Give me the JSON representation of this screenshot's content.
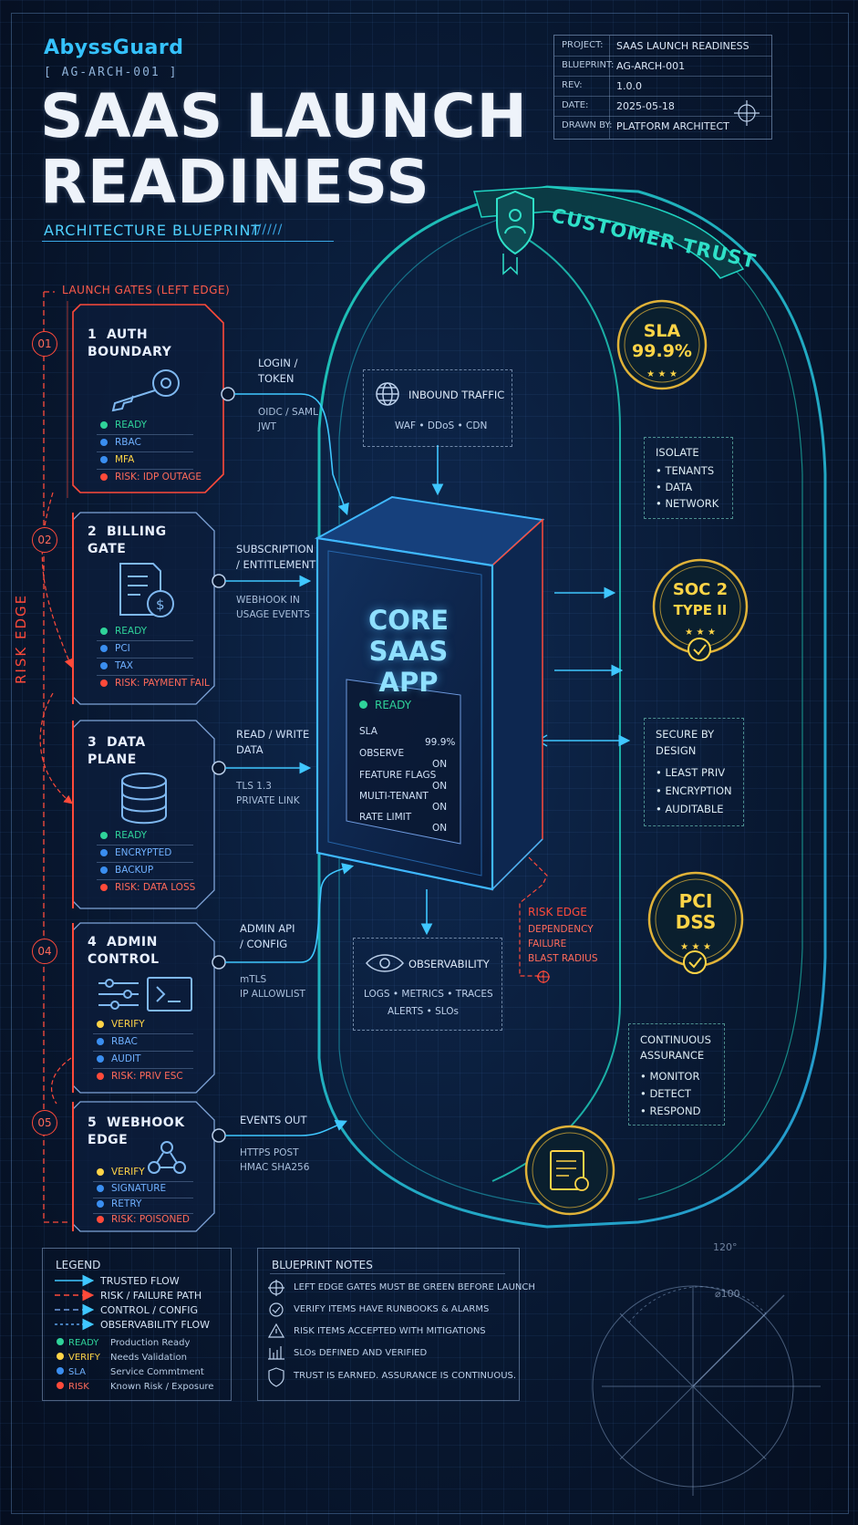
{
  "brand": {
    "name": "AbyssGuard",
    "id": "[ AG-ARCH-001 ]"
  },
  "title": {
    "line1": "SAAS LAUNCH",
    "line2": "READINESS",
    "subtitle": "ARCHITECTURE BLUEPRINT",
    "hatch": "//////"
  },
  "title_block": [
    {
      "k": "PROJECT:",
      "v": "SAAS LAUNCH READINESS"
    },
    {
      "k": "BLUEPRINT:",
      "v": "AG-ARCH-001"
    },
    {
      "k": "REV:",
      "v": "1.0.0"
    },
    {
      "k": "DATE:",
      "v": "2025-05-18"
    },
    {
      "k": "DRAWN BY:",
      "v": "PLATFORM ARCHITECT"
    }
  ],
  "gates_label": "LAUNCH GATES (LEFT EDGE)",
  "risk_edge_label": "RISK EDGE",
  "gate_numbers": [
    "01",
    "02",
    "04",
    "05"
  ],
  "gates": [
    {
      "num": "1",
      "title1": "AUTH",
      "title2": "BOUNDARY",
      "icon": "key-icon",
      "items": [
        {
          "label": "READY",
          "color": "#2fd39a"
        },
        {
          "label": "RBAC",
          "color": "#3a8ef0"
        },
        {
          "label": "MFA",
          "color": "#3a8ef0"
        },
        {
          "label": "RISK: IDP OUTAGE",
          "color": "#ff4a3a"
        }
      ],
      "flow": "LOGIN /",
      "flow2": "TOKEN",
      "sub1": "OIDC / SAML",
      "sub2": "JWT"
    },
    {
      "num": "2",
      "title1": "BILLING",
      "title2": "GATE",
      "icon": "invoice-icon",
      "items": [
        {
          "label": "READY",
          "color": "#2fd39a"
        },
        {
          "label": "PCI",
          "color": "#3a8ef0"
        },
        {
          "label": "TAX",
          "color": "#3a8ef0"
        },
        {
          "label": "RISK: PAYMENT FAIL",
          "color": "#ff4a3a"
        }
      ],
      "flow": "SUBSCRIPTION",
      "flow2": "/ ENTITLEMENT",
      "sub1": "WEBHOOK IN",
      "sub2": "USAGE EVENTS"
    },
    {
      "num": "3",
      "title1": "DATA",
      "title2": "PLANE",
      "icon": "database-icon",
      "items": [
        {
          "label": "READY",
          "color": "#2fd39a"
        },
        {
          "label": "ENCRYPTED",
          "color": "#3a8ef0"
        },
        {
          "label": "BACKUP",
          "color": "#3a8ef0"
        },
        {
          "label": "RISK: DATA LOSS",
          "color": "#ff4a3a"
        }
      ],
      "flow": "READ / WRITE",
      "flow2": "DATA",
      "sub1": "TLS 1.3",
      "sub2": "PRIVATE LINK"
    },
    {
      "num": "4",
      "title1": "ADMIN",
      "title2": "CONTROL",
      "icon": "terminal-icon",
      "items": [
        {
          "label": "VERIFY",
          "color": "#ffd447"
        },
        {
          "label": "RBAC",
          "color": "#3a8ef0"
        },
        {
          "label": "AUDIT",
          "color": "#3a8ef0"
        },
        {
          "label": "RISK: PRIV ESC",
          "color": "#ff4a3a"
        }
      ],
      "flow": "ADMIN API",
      "flow2": "/ CONFIG",
      "sub1": "mTLS",
      "sub2": "IP ALLOWLIST"
    },
    {
      "num": "5",
      "title1": "WEBHOOK",
      "title2": "EDGE",
      "icon": "webhook-icon",
      "items": [
        {
          "label": "VERIFY",
          "color": "#ffd447"
        },
        {
          "label": "SIGNATURE",
          "color": "#3a8ef0"
        },
        {
          "label": "RETRY",
          "color": "#3a8ef0"
        },
        {
          "label": "RISK: POISONED",
          "color": "#ff4a3a"
        }
      ],
      "flow": "EVENTS OUT",
      "flow2": "",
      "sub1": "HTTPS POST",
      "sub2": "HMAC SHA256"
    }
  ],
  "inbound": {
    "title": "INBOUND TRAFFIC",
    "sub": "WAF  •  DDoS  •  CDN"
  },
  "core": {
    "title1": "CORE",
    "title2": "SAAS APP",
    "status": "READY",
    "rows": [
      {
        "k": "SLA",
        "v": "99.9%"
      },
      {
        "k": "OBSERVE",
        "v": "ON"
      },
      {
        "k": "FEATURE FLAGS",
        "v": "ON"
      },
      {
        "k": "MULTI-TENANT",
        "v": "ON"
      },
      {
        "k": "RATE LIMIT",
        "v": "ON"
      }
    ]
  },
  "core_risk": {
    "title": "RISK EDGE",
    "l1": "DEPENDENCY",
    "l2": "FAILURE",
    "l3": "BLAST RADIUS"
  },
  "observability": {
    "title": "OBSERVABILITY",
    "l1": "LOGS  •  METRICS  •  TRACES",
    "l2": "ALERTS  •  SLOs"
  },
  "trust": {
    "banner": "CUSTOMER TRUST",
    "seals": [
      {
        "l1": "SLA",
        "l2": "99.9%",
        "stars": "★ ★ ★"
      },
      {
        "l1": "SOC 2",
        "l2": "TYPE II",
        "stars": "★ ★ ★"
      },
      {
        "l1": "PCI",
        "l2": "DSS",
        "stars": "★ ★ ★"
      }
    ],
    "boxes": [
      {
        "title": "ISOLATE",
        "items": [
          "• TENANTS",
          "• DATA",
          "• NETWORK"
        ]
      },
      {
        "title": "SECURE BY",
        "title2": "DESIGN",
        "items": [
          "• LEAST PRIV",
          "• ENCRYPTION",
          "• AUDITABLE"
        ]
      },
      {
        "title": "CONTINUOUS",
        "title2": "ASSURANCE",
        "items": [
          "• MONITOR",
          "• DETECT",
          "• RESPOND"
        ]
      }
    ]
  },
  "legend": {
    "title": "LEGEND",
    "lines": [
      {
        "label": "TRUSTED FLOW",
        "color": "#3fc7ff",
        "dash": "0"
      },
      {
        "label": "RISK / FAILURE PATH",
        "color": "#ff4a3a",
        "dash": "6 4"
      },
      {
        "label": "CONTROL / CONFIG",
        "color": "#6f9be0",
        "dash": "6 4"
      },
      {
        "label": "OBSERVABILITY FLOW",
        "color": "#5aa0e8",
        "dash": "3 3"
      }
    ],
    "status": [
      {
        "k": "READY",
        "v": "Production Ready",
        "color": "#2fd39a"
      },
      {
        "k": "VERIFY",
        "v": "Needs Validation",
        "color": "#ffd447"
      },
      {
        "k": "SLA",
        "v": "Service Commtment",
        "color": "#3a8ef0"
      },
      {
        "k": "RISK",
        "v": "Known Risk / Exposure",
        "color": "#ff4a3a"
      }
    ]
  },
  "notes": {
    "title": "BLUEPRINT NOTES",
    "items": [
      {
        "icon": "crosshair-icon",
        "text": "LEFT EDGE GATES MUST BE GREEN BEFORE LAUNCH"
      },
      {
        "icon": "check-circle-icon",
        "text": "VERIFY ITEMS HAVE RUNBOOKS & ALARMS"
      },
      {
        "icon": "warning-icon",
        "text": "RISK ITEMS ACCEPTED WITH MITIGATIONS"
      },
      {
        "icon": "chart-icon",
        "text": "SLOs DEFINED AND VERIFIED"
      },
      {
        "icon": "shield-check-icon",
        "text": "TRUST IS EARNED. ASSURANCE IS CONTINUOUS."
      }
    ]
  },
  "protractor": {
    "angle": "120°",
    "radius": "⌀100"
  }
}
